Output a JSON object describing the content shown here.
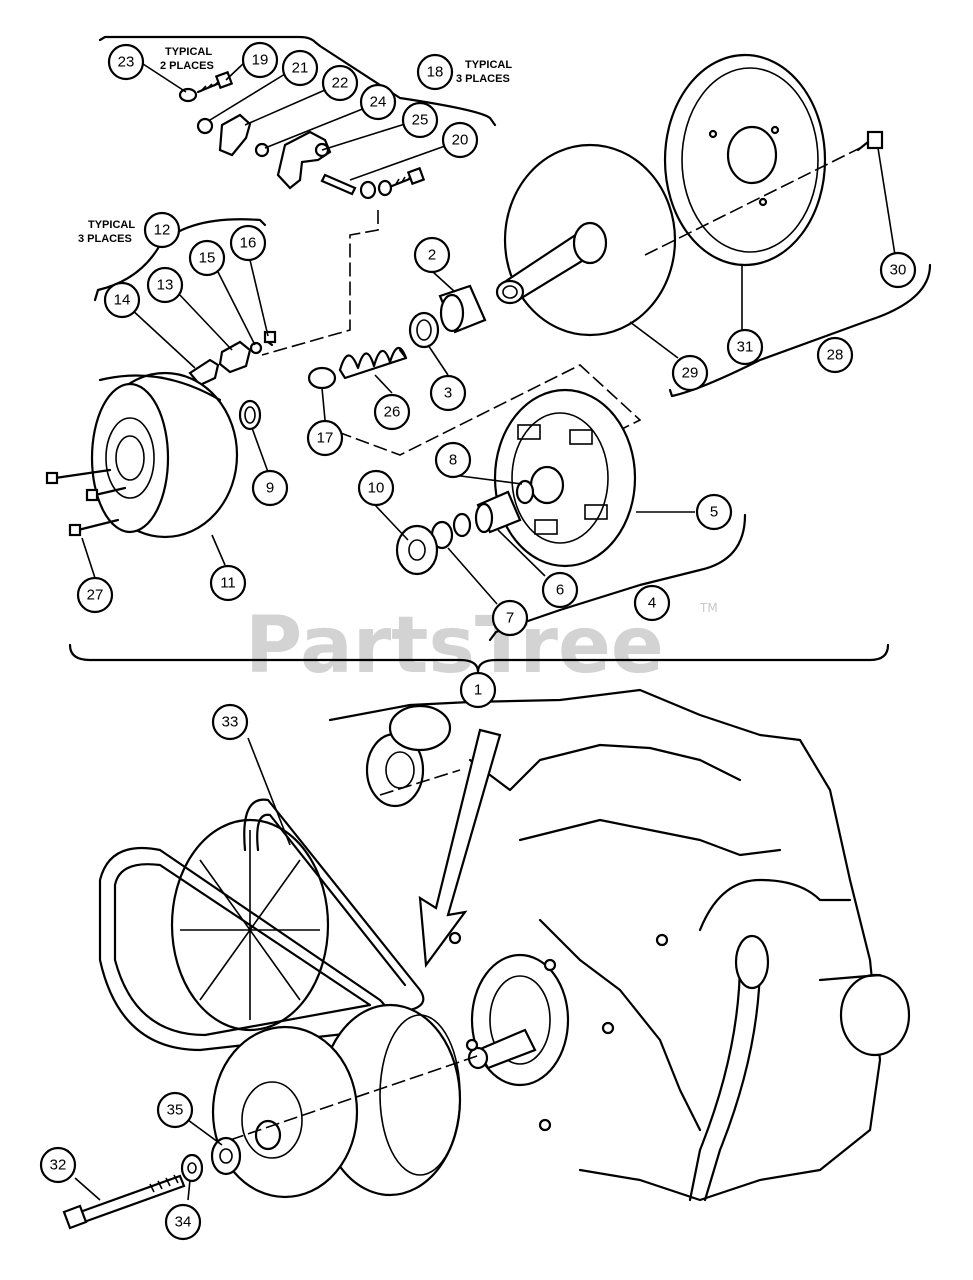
{
  "notes": {
    "typical_2_places_line1": "TYPICAL",
    "typical_2_places_line2": "2 PLACES",
    "typical_3_places_a_line1": "TYPICAL",
    "typical_3_places_a_line2": "3 PLACES",
    "typical_3_places_b_line1": "TYPICAL",
    "typical_3_places_b_line2": "3 PLACES"
  },
  "watermark": {
    "text": "PartsTree",
    "trademark": "TM"
  },
  "callouts": [
    {
      "id": "c1",
      "label": "1"
    },
    {
      "id": "c2",
      "label": "2"
    },
    {
      "id": "c3",
      "label": "3"
    },
    {
      "id": "c4",
      "label": "4"
    },
    {
      "id": "c5",
      "label": "5"
    },
    {
      "id": "c6",
      "label": "6"
    },
    {
      "id": "c7",
      "label": "7"
    },
    {
      "id": "c8",
      "label": "8"
    },
    {
      "id": "c9",
      "label": "9"
    },
    {
      "id": "c10",
      "label": "10"
    },
    {
      "id": "c11",
      "label": "11"
    },
    {
      "id": "c12",
      "label": "12"
    },
    {
      "id": "c13",
      "label": "13"
    },
    {
      "id": "c14",
      "label": "14"
    },
    {
      "id": "c15",
      "label": "15"
    },
    {
      "id": "c16",
      "label": "16"
    },
    {
      "id": "c17",
      "label": "17"
    },
    {
      "id": "c18",
      "label": "18"
    },
    {
      "id": "c19",
      "label": "19"
    },
    {
      "id": "c20",
      "label": "20"
    },
    {
      "id": "c21",
      "label": "21"
    },
    {
      "id": "c22",
      "label": "22"
    },
    {
      "id": "c23",
      "label": "23"
    },
    {
      "id": "c24",
      "label": "24"
    },
    {
      "id": "c25",
      "label": "25"
    },
    {
      "id": "c26",
      "label": "26"
    },
    {
      "id": "c27",
      "label": "27"
    },
    {
      "id": "c28",
      "label": "28"
    },
    {
      "id": "c29",
      "label": "29"
    },
    {
      "id": "c30",
      "label": "30"
    },
    {
      "id": "c31",
      "label": "31"
    },
    {
      "id": "c32",
      "label": "32"
    },
    {
      "id": "c33",
      "label": "33"
    },
    {
      "id": "c34",
      "label": "34"
    },
    {
      "id": "c35",
      "label": "35"
    }
  ]
}
